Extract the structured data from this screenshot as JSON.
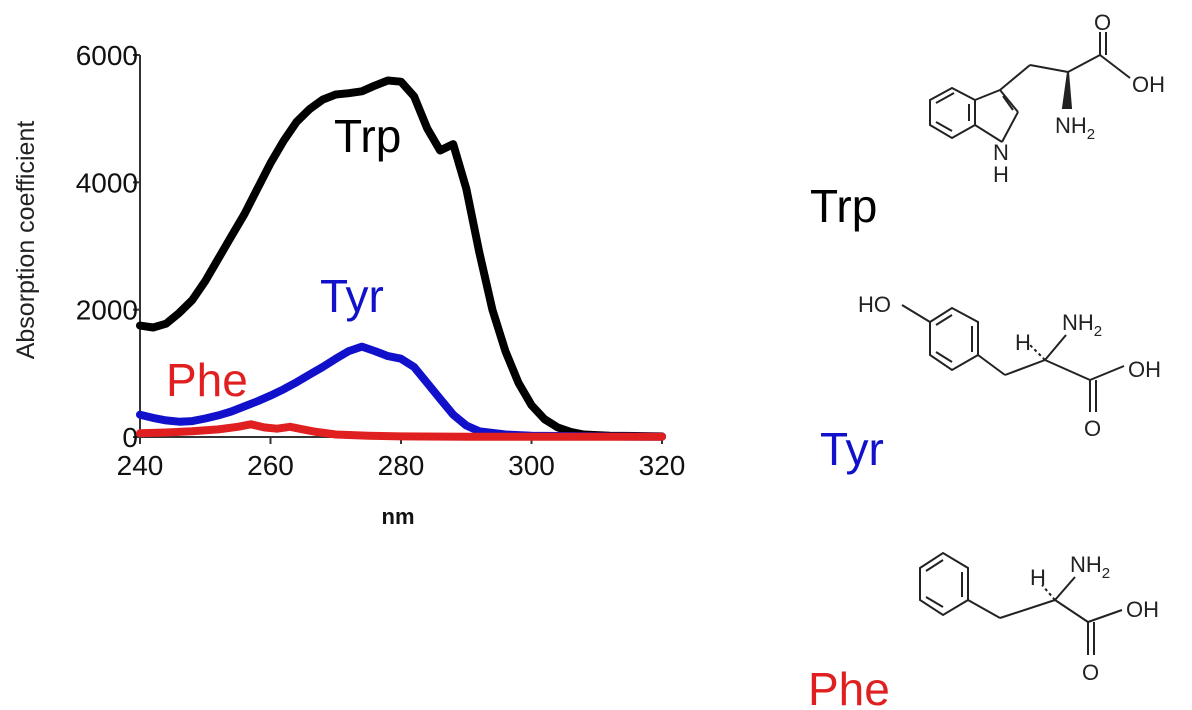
{
  "chart_data": {
    "type": "line",
    "xlabel": "nm",
    "ylabel": "Absorption coefficient",
    "xlim": [
      240,
      320
    ],
    "ylim": [
      0,
      6000
    ],
    "x_ticks": [
      "240",
      "260",
      "280",
      "300",
      "320"
    ],
    "y_ticks": [
      "0",
      "2000",
      "4000",
      "6000"
    ],
    "grid": false,
    "series": [
      {
        "name": "Trp",
        "color": "#000000",
        "points": [
          [
            240,
            1750
          ],
          [
            242,
            1720
          ],
          [
            244,
            1780
          ],
          [
            246,
            1950
          ],
          [
            248,
            2150
          ],
          [
            250,
            2450
          ],
          [
            252,
            2800
          ],
          [
            254,
            3150
          ],
          [
            256,
            3500
          ],
          [
            258,
            3900
          ],
          [
            260,
            4300
          ],
          [
            262,
            4650
          ],
          [
            264,
            4950
          ],
          [
            266,
            5150
          ],
          [
            268,
            5300
          ],
          [
            270,
            5380
          ],
          [
            272,
            5400
          ],
          [
            274,
            5430
          ],
          [
            276,
            5520
          ],
          [
            278,
            5600
          ],
          [
            280,
            5580
          ],
          [
            282,
            5350
          ],
          [
            284,
            4850
          ],
          [
            286,
            4500
          ],
          [
            288,
            4600
          ],
          [
            290,
            3900
          ],
          [
            292,
            2900
          ],
          [
            294,
            2000
          ],
          [
            296,
            1350
          ],
          [
            298,
            850
          ],
          [
            300,
            500
          ],
          [
            302,
            280
          ],
          [
            304,
            150
          ],
          [
            306,
            80
          ],
          [
            308,
            40
          ],
          [
            312,
            20
          ],
          [
            320,
            10
          ]
        ]
      },
      {
        "name": "Tyr",
        "color": "#1111cc",
        "points": [
          [
            240,
            350
          ],
          [
            242,
            300
          ],
          [
            244,
            260
          ],
          [
            246,
            240
          ],
          [
            248,
            250
          ],
          [
            250,
            290
          ],
          [
            252,
            340
          ],
          [
            254,
            400
          ],
          [
            256,
            480
          ],
          [
            258,
            560
          ],
          [
            260,
            650
          ],
          [
            262,
            750
          ],
          [
            264,
            860
          ],
          [
            266,
            980
          ],
          [
            268,
            1100
          ],
          [
            270,
            1230
          ],
          [
            272,
            1350
          ],
          [
            274,
            1420
          ],
          [
            276,
            1350
          ],
          [
            278,
            1270
          ],
          [
            280,
            1230
          ],
          [
            282,
            1100
          ],
          [
            284,
            850
          ],
          [
            286,
            600
          ],
          [
            288,
            350
          ],
          [
            290,
            180
          ],
          [
            292,
            90
          ],
          [
            296,
            40
          ],
          [
            300,
            20
          ],
          [
            310,
            10
          ],
          [
            320,
            5
          ]
        ]
      },
      {
        "name": "Phe",
        "color": "#e02020",
        "points": [
          [
            240,
            60
          ],
          [
            244,
            70
          ],
          [
            248,
            90
          ],
          [
            252,
            120
          ],
          [
            255,
            160
          ],
          [
            257,
            200
          ],
          [
            259,
            150
          ],
          [
            261,
            130
          ],
          [
            263,
            160
          ],
          [
            265,
            120
          ],
          [
            267,
            80
          ],
          [
            270,
            40
          ],
          [
            275,
            20
          ],
          [
            280,
            10
          ],
          [
            290,
            5
          ],
          [
            300,
            5
          ],
          [
            320,
            5
          ]
        ]
      }
    ],
    "annotations": [
      {
        "text": "Trp",
        "color": "#000000"
      },
      {
        "text": "Tyr",
        "color": "#1111cc"
      },
      {
        "text": "Phe",
        "color": "#e02020"
      }
    ]
  },
  "structures": {
    "trp": {
      "label": "Trp",
      "oh": "OH",
      "o": "O",
      "nh": "NH",
      "nh_sub": "2",
      "h": "H"
    },
    "tyr": {
      "label": "Tyr",
      "ho": "HO",
      "nh": "NH",
      "nh_sub": "2",
      "h": "H",
      "oh": "OH",
      "o": "O"
    },
    "phe": {
      "label": "Phe",
      "nh": "NH",
      "nh_sub": "2",
      "h": "H",
      "oh": "OH",
      "o": "O"
    }
  }
}
